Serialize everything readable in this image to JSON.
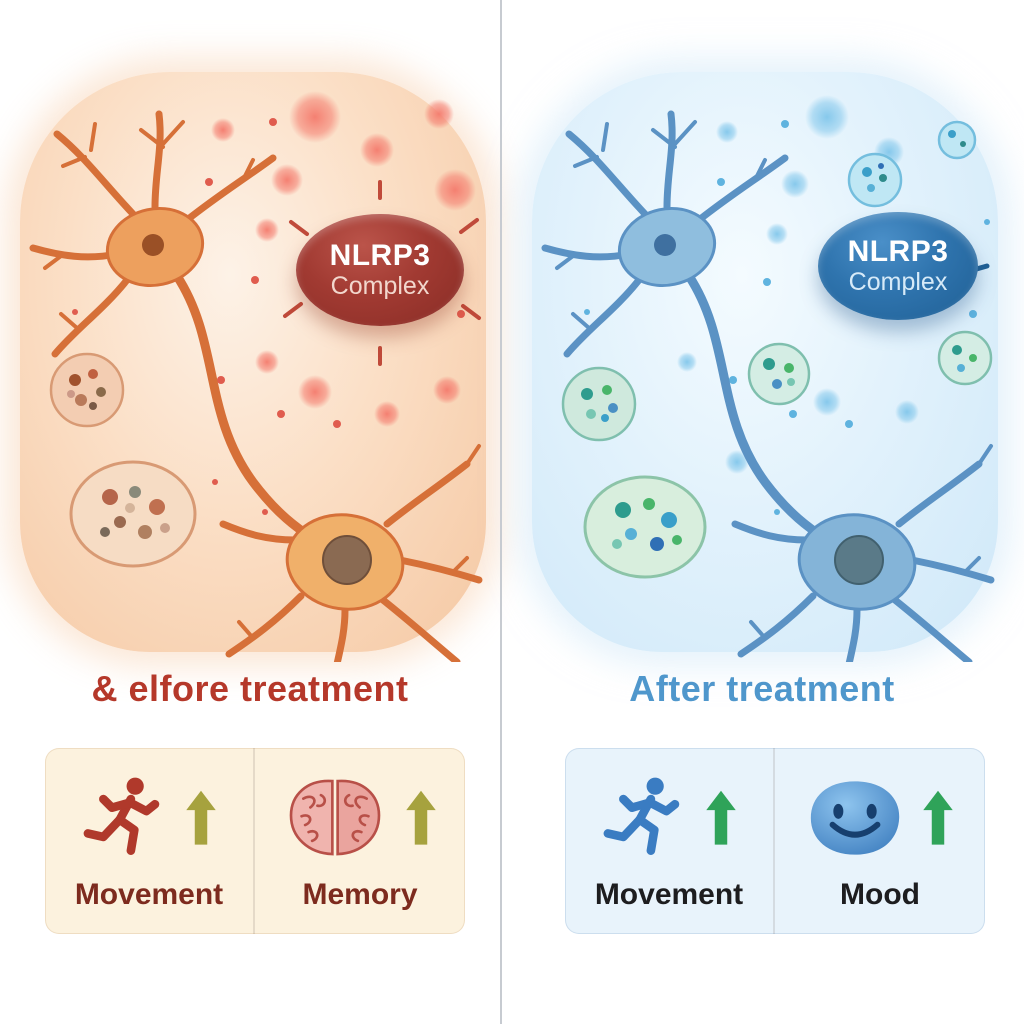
{
  "title": "NLRP3 complex before and after treatment illustration",
  "before": {
    "badge": {
      "line1": "NLRP3",
      "line2": "Complex"
    },
    "caption": "& elfore treatment",
    "stat1": {
      "icon": "running-figure",
      "label": "Movement"
    },
    "stat2": {
      "icon": "brain",
      "label": "Memory"
    },
    "colors": {
      "caption": "#b5382a",
      "badge": "#8e2f28",
      "stats_bg": "#fcf2de",
      "arrow": "#a6a23e",
      "neuron": "#d67038",
      "background": "#f5c8a3"
    }
  },
  "after": {
    "badge": {
      "line1": "NLRP3",
      "line2": "Complex"
    },
    "caption": "After treatment",
    "stat1": {
      "icon": "running-figure",
      "label": "Movement"
    },
    "stat2": {
      "icon": "smiley-face",
      "label": "Mood"
    },
    "colors": {
      "caption": "#4f97cc",
      "badge": "#1f5f94",
      "stats_bg": "#e8f3fb",
      "arrow": "#2fa359",
      "neuron": "#5b92c4",
      "background": "#cfe8f8"
    }
  }
}
